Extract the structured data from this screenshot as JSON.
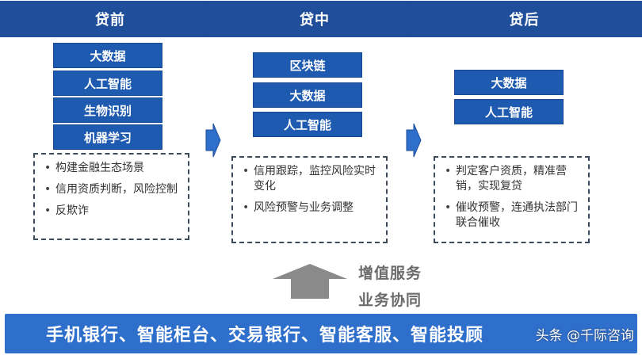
{
  "stages": [
    {
      "title": "贷前",
      "techs": [
        "大数据",
        "人工智能",
        "生物识别",
        "机器学习"
      ],
      "bullets": [
        "构建金融生态场景",
        "信用资质判断，风险控制",
        "反欺诈"
      ]
    },
    {
      "title": "贷中",
      "techs": [
        "区块链",
        "大数据",
        "人工智能"
      ],
      "bullets": [
        "信用跟踪，监控风险实时变化",
        "风险预警与业务调整"
      ]
    },
    {
      "title": "贷后",
      "techs": [
        "大数据",
        "人工智能"
      ],
      "bullets": [
        "判定客户资质，精准营销，实现复贷",
        "催收预警，连通执法部门联合催收"
      ]
    }
  ],
  "value_added": [
    "增值服务",
    "业务协同"
  ],
  "bottom_bar": "手机银行、智能柜台、交易银行、智能客服、智能投顾",
  "watermark": "头条 @千际咨询",
  "colors": {
    "chevron": "#1f4e9a",
    "tech_box": "#1e5bb0",
    "bottom_bar": "#2f6fcc",
    "flow_arrow": "#2f6fcc",
    "up_arrow": "#8a8a8a"
  }
}
